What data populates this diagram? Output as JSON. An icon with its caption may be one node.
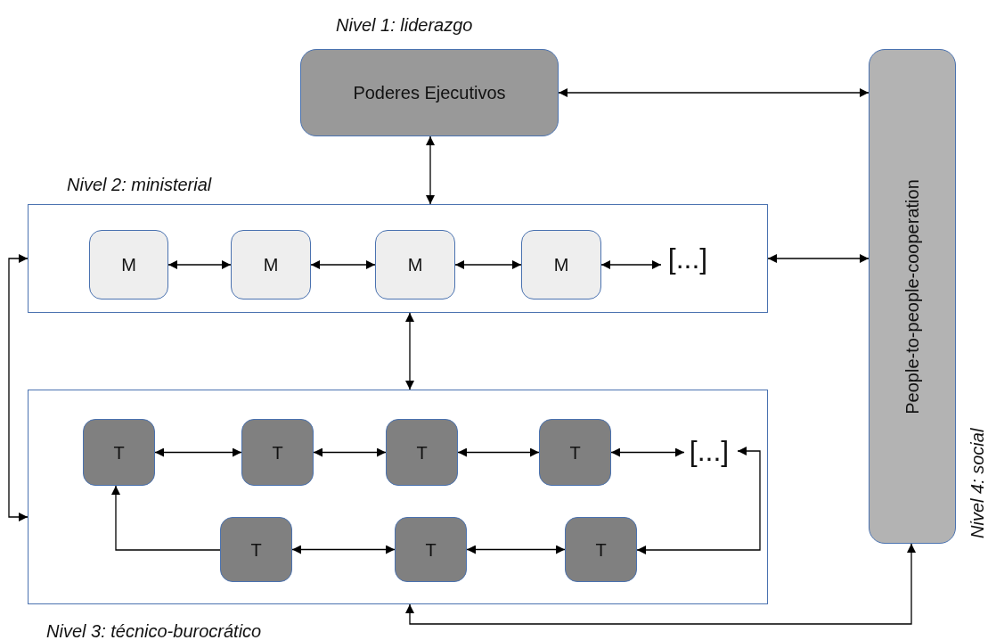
{
  "diagram": {
    "nodes": [
      {
        "text": [
          "Poderes Ejecutivos"
        ],
        "beside": [
          "Nivel 1: liderazgo"
        ]
      },
      {
        "text": [],
        "shape": "box",
        "beside": [
          "Nivel 2: ministerial"
        ]
      },
      {
        "text": [
          "M"
        ],
        "in": 1
      },
      {
        "text": [
          "M"
        ],
        "in": 1
      },
      {
        "text": [
          "M"
        ],
        "in": 1
      },
      {
        "text": [
          "M"
        ],
        "in": 1
      },
      {
        "text": [
          "[...]"
        ],
        "in": 1
      },
      {
        "text": [],
        "shape": "box",
        "beside": [
          "Nivel 3: técnico-burocrático"
        ]
      },
      {
        "text": [
          "T"
        ],
        "in": 7
      },
      {
        "text": [
          "T"
        ],
        "in": 7
      },
      {
        "text": [
          "T"
        ],
        "in": 7
      },
      {
        "text": [
          "T"
        ],
        "in": 7
      },
      {
        "text": [
          "[...]"
        ],
        "in": 7
      },
      {
        "text": [
          "T"
        ],
        "in": 7
      },
      {
        "text": [
          "T"
        ],
        "in": 7
      },
      {
        "text": [
          "T"
        ],
        "in": 7
      },
      {
        "text": [
          "People-to-people-cooperation"
        ],
        "beside": [
          "Nivel 4: social"
        ]
      }
    ],
    "edges": [
      {
        "from": 0,
        "to": 16,
        "arrow": "both"
      },
      {
        "from": 0,
        "to": 1,
        "arrow": "both"
      },
      {
        "from": 2,
        "to": 3,
        "arrow": "both"
      },
      {
        "from": 3,
        "to": 4,
        "arrow": "both"
      },
      {
        "from": 4,
        "to": 5,
        "arrow": "both"
      },
      {
        "from": 5,
        "to": 6,
        "arrow": "both"
      },
      {
        "from": 1,
        "to": 16,
        "arrow": "both"
      },
      {
        "from": 1,
        "to": 7,
        "arrow": "both"
      },
      {
        "from": 1,
        "to": 7,
        "arrow": "both"
      },
      {
        "from": 8,
        "to": 9,
        "arrow": "both"
      },
      {
        "from": 9,
        "to": 10,
        "arrow": "both"
      },
      {
        "from": 10,
        "to": 11,
        "arrow": "both"
      },
      {
        "from": 11,
        "to": 12,
        "arrow": "both"
      },
      {
        "from": 13,
        "to": 8,
        "arrow": "to"
      },
      {
        "from": 13,
        "to": 14,
        "arrow": "both"
      },
      {
        "from": 14,
        "to": 15,
        "arrow": "both"
      },
      {
        "from": 12,
        "to": 15,
        "arrow": "both"
      },
      {
        "from": 7,
        "to": 16,
        "arrow": "both"
      }
    ]
  }
}
